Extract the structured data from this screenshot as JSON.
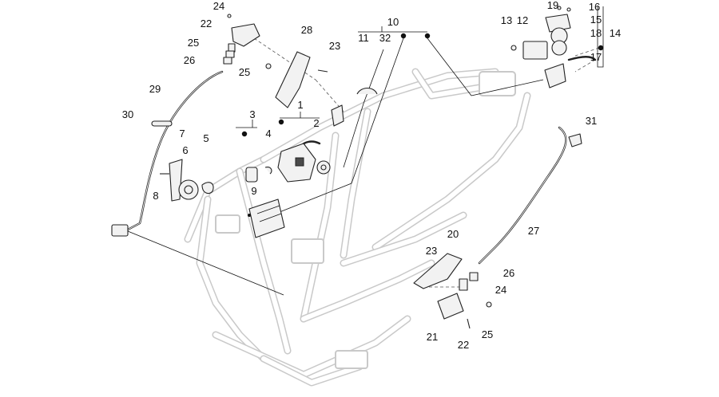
{
  "diagram": {
    "callouts": [
      "24",
      "22",
      "25",
      "26",
      "28",
      "23",
      "25",
      "10",
      "11",
      "32",
      "19",
      "16",
      "15",
      "13",
      "12",
      "18",
      "14",
      "17",
      "29",
      "30",
      "3",
      "1",
      "4",
      "2",
      "7",
      "6",
      "5",
      "8",
      "9",
      "31",
      "27",
      "20",
      "23",
      "26",
      "24",
      "21",
      "25",
      "22"
    ]
  }
}
